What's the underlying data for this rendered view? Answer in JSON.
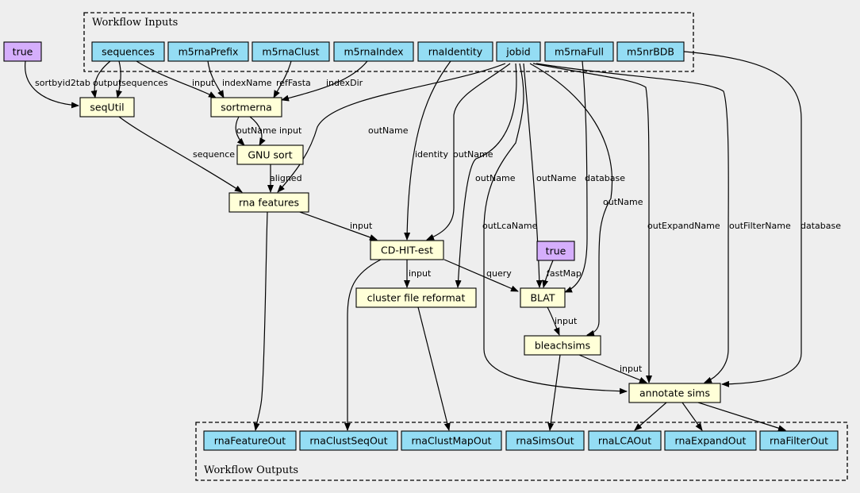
{
  "clusters": {
    "inputs_title": "Workflow Inputs",
    "outputs_title": "Workflow Outputs"
  },
  "colors": {
    "io_fill": "#94ddf4",
    "step_fill": "#ffffd8",
    "const_fill": "#d5aefc",
    "background": "#eeeeee"
  },
  "nodes": {
    "const_true_1": "true",
    "const_true_2": "true",
    "sequences": "sequences",
    "m5rnaPrefix": "m5rnaPrefix",
    "m5rnaClust": "m5rnaClust",
    "m5rnaIndex": "m5rnaIndex",
    "rnaIdentity": "rnaIdentity",
    "jobid": "jobid",
    "m5rnaFull": "m5rnaFull",
    "m5nrBDB": "m5nrBDB",
    "seqUtil": "seqUtil",
    "sortmerna": "sortmerna",
    "gnu_sort": "GNU sort",
    "rna_features": "rna features",
    "cdhit": "CD-HIT-est",
    "cluster_reformat": "cluster file reformat",
    "blat": "BLAT",
    "bleachsims": "bleachsims",
    "annotate_sims": "annotate sims",
    "rnaFeatureOut": "rnaFeatureOut",
    "rnaClustSeqOut": "rnaClustSeqOut",
    "rnaClustMapOut": "rnaClustMapOut",
    "rnaSimsOut": "rnaSimsOut",
    "rnaLCAOut": "rnaLCAOut",
    "rnaExpandOut": "rnaExpandOut",
    "rnaFilterOut": "rnaFilterOut"
  },
  "edge_labels": {
    "sortbyid2tab": "sortbyid2tab",
    "output": "output",
    "sequences": "sequences",
    "input_sortmerna": "input",
    "indexName": "indexName",
    "refFasta": "refFasta",
    "indexDir": "indexDir",
    "outName_sort": "outName",
    "input_sort": "input",
    "sequence": "sequence",
    "aligned": "aligned",
    "outName_features": "outName",
    "identity": "identity",
    "outName_cdhit": "outName",
    "outName_reformat": "outName",
    "outName_blat": "outName",
    "database_blat": "database",
    "outName_bleach": "outName",
    "outLcaName": "outLcaName",
    "outExpandName": "outExpandName",
    "outFilterName": "outFilterName",
    "database_annot": "database",
    "input_cdhit": "input",
    "input_reformat": "input",
    "query": "query",
    "fastMap": "fastMap",
    "input_bleach": "input",
    "input_annot": "input"
  }
}
